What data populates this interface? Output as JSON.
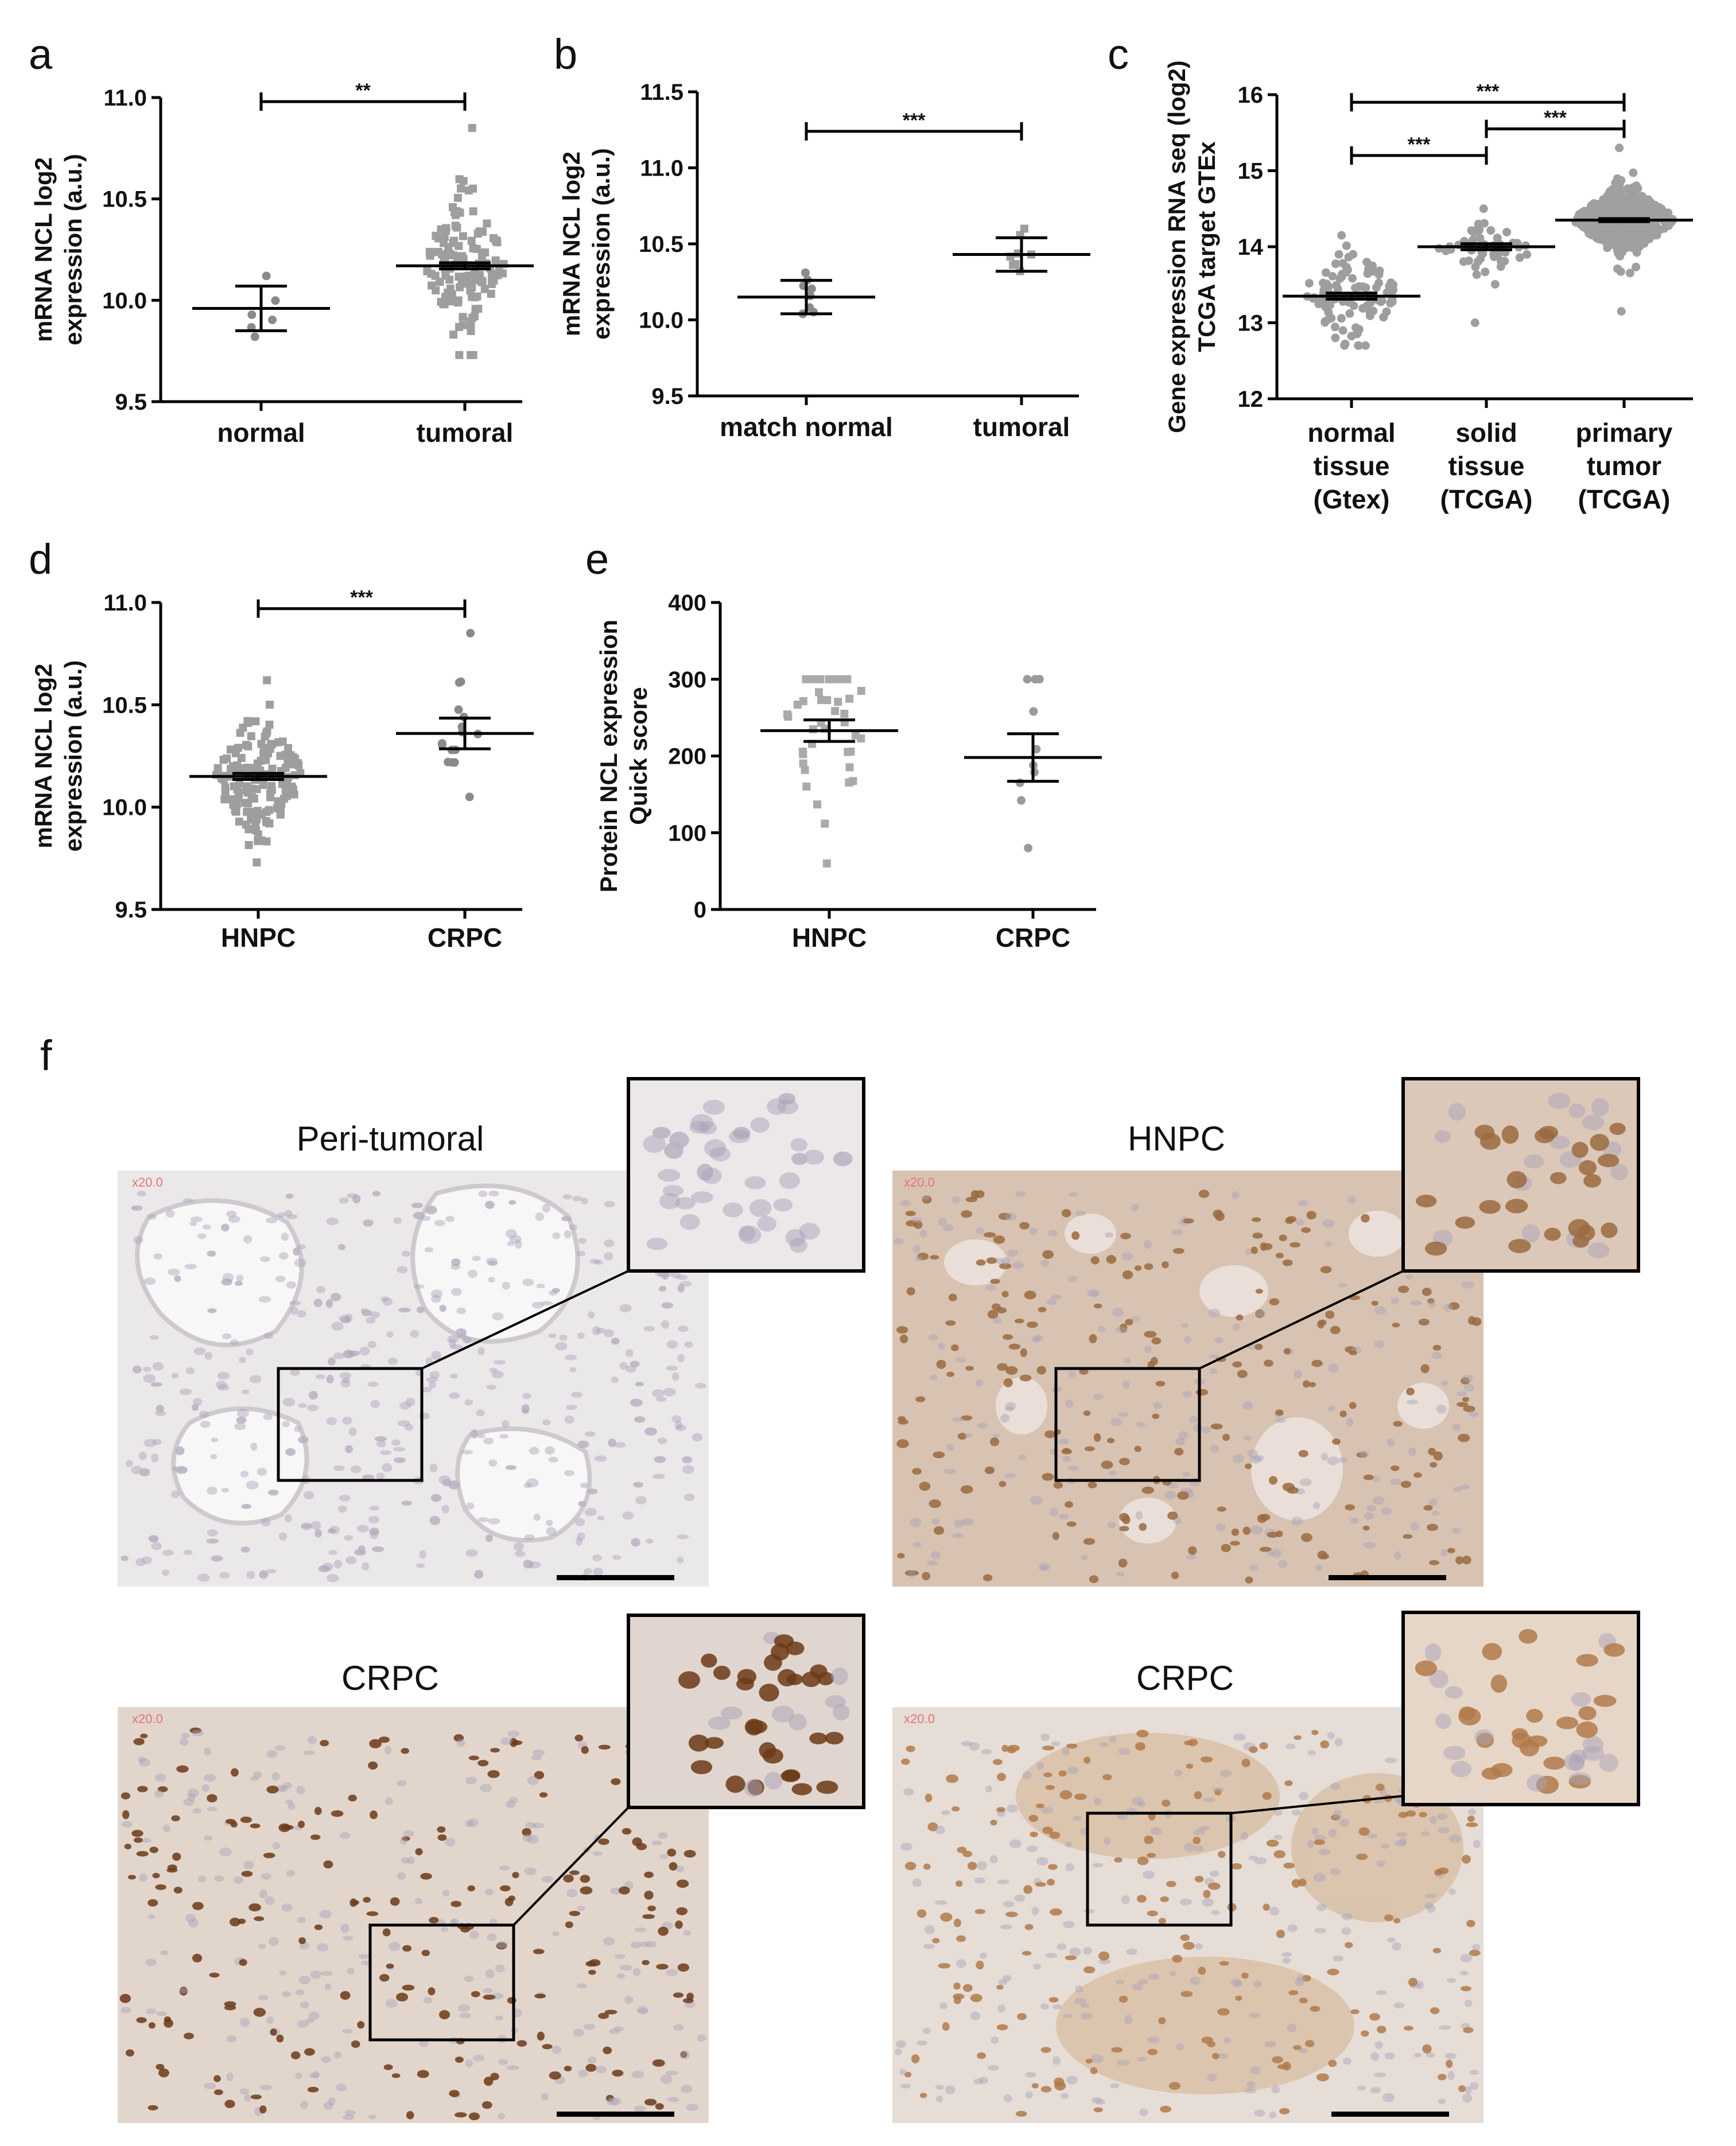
{
  "panel_letters": [
    "a",
    "b",
    "c",
    "d",
    "e",
    "f"
  ],
  "chart_data": [
    {
      "id": "a",
      "type": "scatter",
      "ylabel_lines": [
        "mRNA NCL log2",
        "expression (a.u.)"
      ],
      "ylim": [
        9.5,
        11.0
      ],
      "yticks": [
        "9.5",
        "10.0",
        "10.5",
        "11.0"
      ],
      "ytick_values": [
        9.5,
        10.0,
        10.5,
        11.0
      ],
      "categories": [
        "normal",
        "tumoral"
      ],
      "groups": [
        {
          "n": 6,
          "mean": 9.96,
          "err": 0.11,
          "min": 9.82,
          "max": 10.12,
          "spread": 0.09,
          "marker": "dot",
          "color": "#8a8a8a"
        },
        {
          "n": 130,
          "mean": 10.17,
          "err": 0.015,
          "min": 9.73,
          "max": 10.85,
          "spread": 0.17,
          "marker": "square",
          "color": "#9e9e9e"
        }
      ],
      "comparisons": [
        {
          "from": 0,
          "to": 1,
          "y": 10.98,
          "label": "**"
        }
      ]
    },
    {
      "id": "b",
      "type": "scatter",
      "ylabel_lines": [
        "mRNA NCL log2",
        "expression (a.u.)"
      ],
      "ylim": [
        9.5,
        11.5
      ],
      "yticks": [
        "9.5",
        "10.0",
        "10.5",
        "11.0",
        "11.5"
      ],
      "ytick_values": [
        9.5,
        10.0,
        10.5,
        11.0,
        11.5
      ],
      "categories": [
        "match normal",
        "tumoral"
      ],
      "groups": [
        {
          "n": 8,
          "mean": 10.15,
          "err": 0.11,
          "min": 10.04,
          "max": 10.31,
          "spread": 0.08,
          "marker": "dot",
          "color": "#8a8a8a"
        },
        {
          "n": 8,
          "mean": 10.43,
          "err": 0.11,
          "min": 10.32,
          "max": 10.6,
          "spread": 0.08,
          "marker": "square",
          "color": "#9e9e9e"
        }
      ],
      "comparisons": [
        {
          "from": 0,
          "to": 1,
          "y": 11.24,
          "label": "***"
        }
      ]
    },
    {
      "id": "c",
      "type": "scatter",
      "ylabel_lines": [
        "Gene expression RNA seq (log2)",
        "TCGA target GTEx"
      ],
      "ylim": [
        12,
        16
      ],
      "yticks": [
        "12",
        "13",
        "14",
        "15",
        "16"
      ],
      "ytick_values": [
        12,
        13,
        14,
        15,
        16
      ],
      "categories": [
        "normal tissue (Gtex)",
        "solid tissue (TCGA)",
        "primary tumor (TCGA)"
      ],
      "category_lines": [
        [
          "normal",
          "tissue",
          "(Gtex)"
        ],
        [
          "solid",
          "tissue",
          "(TCGA)"
        ],
        [
          "primary",
          "tumor",
          "(TCGA)"
        ]
      ],
      "groups": [
        {
          "n": 100,
          "mean": 13.35,
          "err": 0.04,
          "min": 12.7,
          "max": 14.15,
          "spread": 0.3,
          "marker": "dot",
          "color": "#9e9e9e"
        },
        {
          "n": 52,
          "mean": 14.0,
          "err": 0.04,
          "min": 13.0,
          "max": 14.5,
          "spread": 0.16,
          "marker": "dot",
          "color": "#9e9e9e"
        },
        {
          "n": 500,
          "mean": 14.35,
          "err": 0.02,
          "min": 13.15,
          "max": 15.3,
          "spread": 0.2,
          "marker": "dot",
          "color": "#a0a0a0"
        }
      ],
      "comparisons": [
        {
          "from": 0,
          "to": 2,
          "y": 15.9,
          "label": "***"
        },
        {
          "from": 1,
          "to": 2,
          "y": 15.55,
          "label": "***"
        },
        {
          "from": 0,
          "to": 1,
          "y": 15.2,
          "label": "***"
        }
      ]
    },
    {
      "id": "d",
      "type": "scatter",
      "ylabel_lines": [
        "mRNA NCL log2",
        "expression (a.u.)"
      ],
      "ylim": [
        9.5,
        11.0
      ],
      "yticks": [
        "9.5",
        "10.0",
        "10.5",
        "11.0"
      ],
      "ytick_values": [
        9.5,
        10.0,
        10.5,
        11.0
      ],
      "categories": [
        "HNPC",
        "CRPC"
      ],
      "groups": [
        {
          "n": 150,
          "mean": 10.15,
          "err": 0.015,
          "min": 9.73,
          "max": 10.62,
          "spread": 0.15,
          "marker": "square",
          "color": "#9e9e9e"
        },
        {
          "n": 16,
          "mean": 10.36,
          "err": 0.075,
          "min": 10.05,
          "max": 10.85,
          "spread": 0.17,
          "marker": "dot",
          "color": "#8a8a8a"
        }
      ],
      "comparisons": [
        {
          "from": 0,
          "to": 1,
          "y": 10.97,
          "label": "***"
        }
      ]
    },
    {
      "id": "e",
      "type": "scatter",
      "ylabel_lines": [
        "Protein NCL expression",
        "Quick score"
      ],
      "ylim": [
        0,
        400
      ],
      "yticks": [
        "0",
        "100",
        "200",
        "300",
        "400"
      ],
      "ytick_values": [
        0,
        100,
        200,
        300,
        400
      ],
      "categories": [
        "HNPC",
        "CRPC"
      ],
      "groups": [
        {
          "n": 40,
          "mean": 233,
          "err": 14,
          "min": 60,
          "max": 300,
          "spread": 60,
          "marker": "square",
          "color": "#aaaaaa"
        },
        {
          "n": 10,
          "mean": 198,
          "err": 31,
          "min": 80,
          "max": 300,
          "spread": 70,
          "marker": "dot",
          "color": "#9a9a9a"
        }
      ],
      "comparisons": []
    }
  ],
  "micrographs": {
    "panel_label": "f",
    "magnification": "x20.0",
    "images": [
      {
        "title": "Peri-tumoral",
        "stain": "light"
      },
      {
        "title": "HNPC",
        "stain": "medium"
      },
      {
        "title": "CRPC",
        "stain": "dark"
      },
      {
        "title": "CRPC",
        "stain": "tan"
      }
    ]
  }
}
